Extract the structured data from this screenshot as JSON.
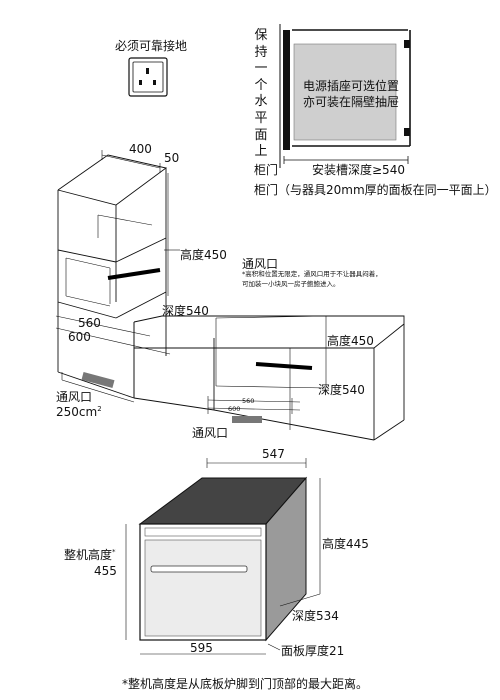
{
  "socket": {
    "label": "必须可靠接地"
  },
  "cabinet_side": {
    "keep_level": "保持一个水平面上",
    "note_line1": "电源插座可选位置",
    "note_line2": "亦可装在隔壁抽屉",
    "door_label": "柜门",
    "groove_depth": "安装槽深度≥540",
    "door_note": "柜门（与器具20mm厚的面板在同一平面上）"
  },
  "tall_cabinet": {
    "width": "400",
    "gap": "50",
    "height": "高度450",
    "vent": "通风口",
    "vent_note_line1": "*高积和位置无限定，通风口用于不让器具闷着，",
    "vent_note_line2": "可加装一小块风一房子鲍鲍进入。",
    "depth": "深度540",
    "dim_560": "560",
    "dim_600": "600",
    "bottom_vent": "通风口",
    "bottom_vent_area": "250cm",
    "bottom_vent_unit_sup": "2"
  },
  "base_cabinet": {
    "height": "高度450",
    "depth": "深度540",
    "dim_560": "560",
    "dim_600": "600",
    "vent": "通风口"
  },
  "appliance": {
    "width_top": "547",
    "height": "高度445",
    "overall_height_label": "整机高度",
    "overall_height_mark": "*",
    "overall_height_value": "455",
    "depth": "深度534",
    "width_front": "595",
    "panel_thickness": "面板厚度21",
    "footnote": "*整机高度是从底板炉脚到门顶部的最大距离。"
  }
}
